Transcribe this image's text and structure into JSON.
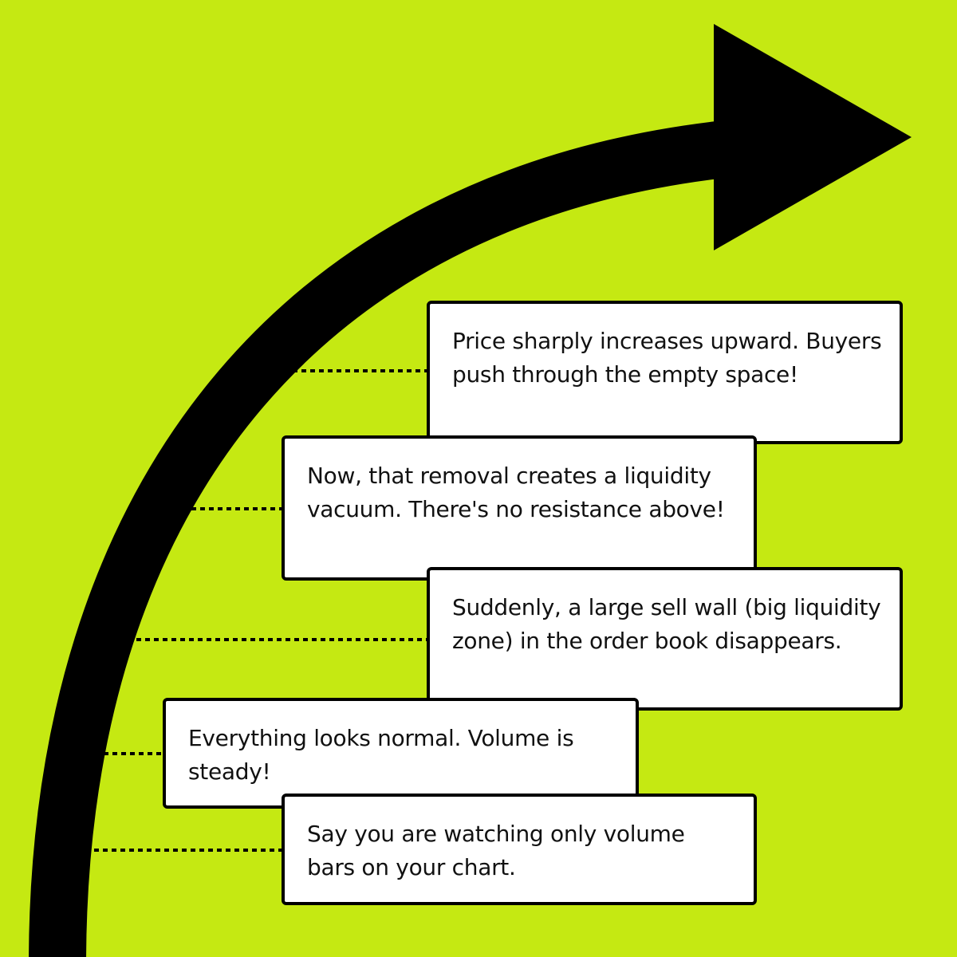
{
  "colors": {
    "background": "#c5e912",
    "arrow": "#000000",
    "box": "#ffffff"
  },
  "steps": [
    {
      "text": "Price sharply increases upward. Buyers push through the empty space!"
    },
    {
      "text": "Now, that removal creates a liquidity vacuum. There's no resistance above!"
    },
    {
      "text": "Suddenly, a large sell wall (big liquidity zone) in the order book disappears."
    },
    {
      "text": "Everything looks normal. Volume is steady!"
    },
    {
      "text": "Say you are watching only volume bars on your chart."
    }
  ]
}
